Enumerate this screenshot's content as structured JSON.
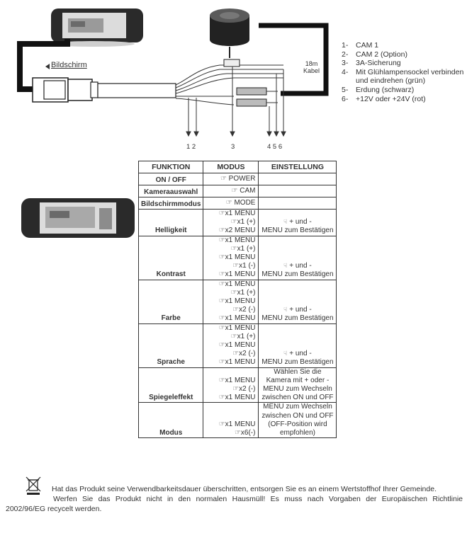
{
  "diagram": {
    "screen_label": "Bildschirm",
    "cable_length": "18m",
    "cable_label": "Kabel",
    "pins_left": "1 2",
    "pin_3": "3",
    "pins_right": "4 5 6",
    "legend": [
      {
        "num": "1-",
        "text": "CAM 1"
      },
      {
        "num": "2-",
        "text": "CAM 2 (Option)"
      },
      {
        "num": "3-",
        "text": "3A-Sicherung"
      },
      {
        "num": "4-",
        "text": "Mit Glühlampensockel verbinden"
      },
      {
        "num": "",
        "text": "und eindrehen (grün)"
      },
      {
        "num": "5-",
        "text": "Erdung (schwarz)"
      },
      {
        "num": "6-",
        "text": "+12V oder +24V (rot)"
      }
    ]
  },
  "table": {
    "headers": [
      "FUNKTION",
      "MODUS",
      "EINSTELLUNG"
    ],
    "rows": [
      {
        "function": "ON / OFF",
        "steps": [
          "☞ POWER"
        ],
        "setting": ""
      },
      {
        "function": "Kameraauswahl",
        "steps": [
          "☞ CAM"
        ],
        "setting": ""
      },
      {
        "function": "Bildschirmmodus",
        "steps": [
          "☞ MODE"
        ],
        "setting": ""
      },
      {
        "function": "Helligkeit",
        "steps": [
          "☞x1 MENU",
          "☞x1 (+)",
          "☞x2 MENU"
        ],
        "setting_icon": "☟",
        "setting": "+ und -",
        "setting2": "MENU zum Bestätigen"
      },
      {
        "function": "Kontrast",
        "steps": [
          "☞x1 MENU",
          "☞x1 (+)",
          "☞x1 MENU",
          "☞x1 (-)",
          "☞x1 MENU"
        ],
        "setting_icon": "☟",
        "setting": "+ und -",
        "setting2": "MENU zum Bestätigen"
      },
      {
        "function": "Farbe",
        "steps": [
          "☞x1 MENU",
          "☞x1 (+)",
          "☞x1 MENU",
          "☞x2 (-)",
          "☞x1 MENU"
        ],
        "setting_icon": "☟",
        "setting": "+ und -",
        "setting2": "MENU zum Bestätigen"
      },
      {
        "function": "Sprache",
        "steps": [
          "☞x1 MENU",
          "☞x1 (+)",
          "☞x1 MENU",
          "☞x2 (-)",
          "☞x1 MENU"
        ],
        "setting_icon": "☟",
        "setting": "+ und -",
        "setting2": "MENU zum Bestätigen"
      },
      {
        "function": "Spiegeleffekt",
        "steps": [
          "☞x1 MENU",
          "☞x2 (-)",
          "☞x1 MENU"
        ],
        "setting": "Wählen Sie die Kamera mit + oder - MENU zum Wechseln zwischen ON und OFF"
      },
      {
        "function": "Modus",
        "steps": [
          "☞x1 MENU",
          "☞x6(-)"
        ],
        "setting": "MENU zum Wechseln zwischen ON und OFF (OFF-Position wird empfohlen)"
      }
    ]
  },
  "footer": {
    "line1": "Hat das Produkt seine Verwendbarkeitsdauer überschritten, entsorgen Sie es an einem Wertstoffhof Ihrer Gemeinde.",
    "line2": "Werfen Sie das Produkt nicht in den normalen Hausmüll! Es muss nach Vorgaben der Europäischen Richtlinie",
    "line3": "2002/96/EG recycelt werden."
  },
  "icons": [
    "monitor-icon",
    "camera-icon",
    "arrow-icon",
    "hand-icon",
    "weee-bin-icon"
  ]
}
